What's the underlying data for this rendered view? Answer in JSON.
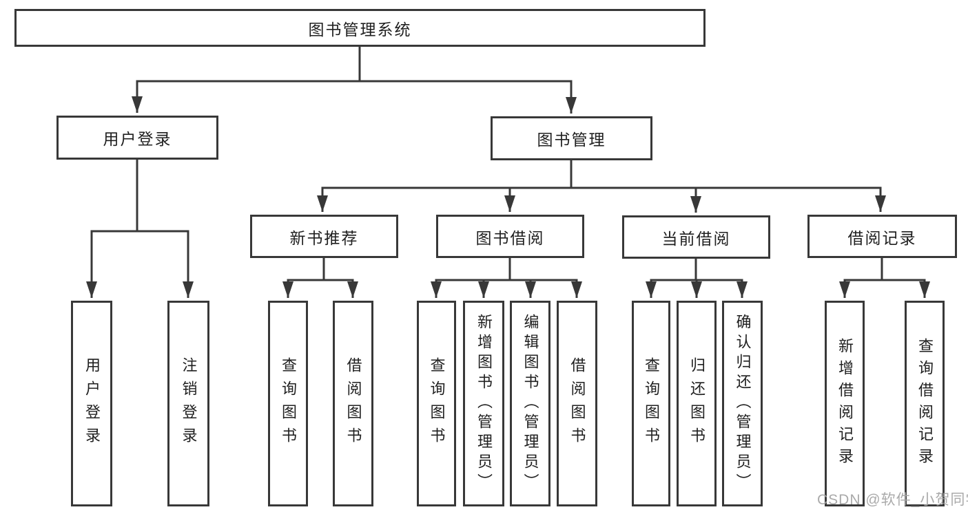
{
  "diagram": {
    "root": {
      "label": "图书管理系统"
    },
    "branches": [
      {
        "label": "用户登录",
        "children": [
          {
            "label": "用户登录"
          },
          {
            "label": "注销登录"
          }
        ]
      },
      {
        "label": "图书管理",
        "children": [
          {
            "label": "新书推荐",
            "children": [
              {
                "label": "查询图书"
              },
              {
                "label": "借阅图书"
              }
            ]
          },
          {
            "label": "图书借阅",
            "children": [
              {
                "label": "查询图书"
              },
              {
                "label": "新增图书（管理员）"
              },
              {
                "label": "编辑图书（管理员）"
              },
              {
                "label": "借阅图书"
              }
            ]
          },
          {
            "label": "当前借阅",
            "children": [
              {
                "label": "查询图书"
              },
              {
                "label": "归还图书"
              },
              {
                "label": "确认归还（管理员）"
              }
            ]
          },
          {
            "label": "借阅记录",
            "children": [
              {
                "label": "新增借阅记录"
              },
              {
                "label": "查询借阅记录"
              }
            ]
          }
        ]
      }
    ],
    "watermark": "CSDN @软件_小贺同学"
  },
  "colors": {
    "line": "#383838",
    "text": "#1f1f1f",
    "watermark": "#a5a5a5",
    "background": "#ffffff"
  }
}
